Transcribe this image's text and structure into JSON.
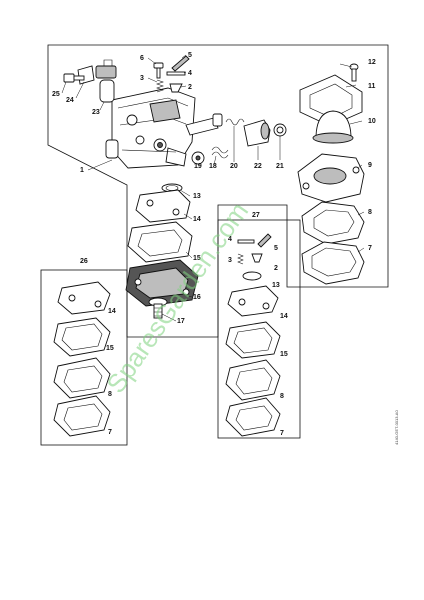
{
  "diagram": {
    "watermark": "SparesGarden.com",
    "drawing_code": "4140-GET-0013-A0",
    "callouts": {
      "c1": "1",
      "c2": "2",
      "c3": "3",
      "c4": "4",
      "c5": "5",
      "c6": "6",
      "c7": "7",
      "c8": "8",
      "c9": "9",
      "c10": "10",
      "c11": "11",
      "c12": "12",
      "c13": "13",
      "c14": "14",
      "c15": "15",
      "c16": "16",
      "c17": "17",
      "c18": "18",
      "c19": "19",
      "c20": "20",
      "c21": "21",
      "c22": "22",
      "c23": "23",
      "c24": "24",
      "c25": "25",
      "c26": "26",
      "c27": "27"
    },
    "kit_27": {
      "c2": "2",
      "c3": "3",
      "c4": "4",
      "c5": "5",
      "c7": "7",
      "c8": "8",
      "c13": "13",
      "c14": "14",
      "c15": "15"
    },
    "kit_26": {
      "c7": "7",
      "c8": "8",
      "c14": "14",
      "c15": "15"
    },
    "right_stack": {
      "c7": "7",
      "c8": "8",
      "c9": "9",
      "c10": "10",
      "c11": "11",
      "c12": "12"
    }
  }
}
